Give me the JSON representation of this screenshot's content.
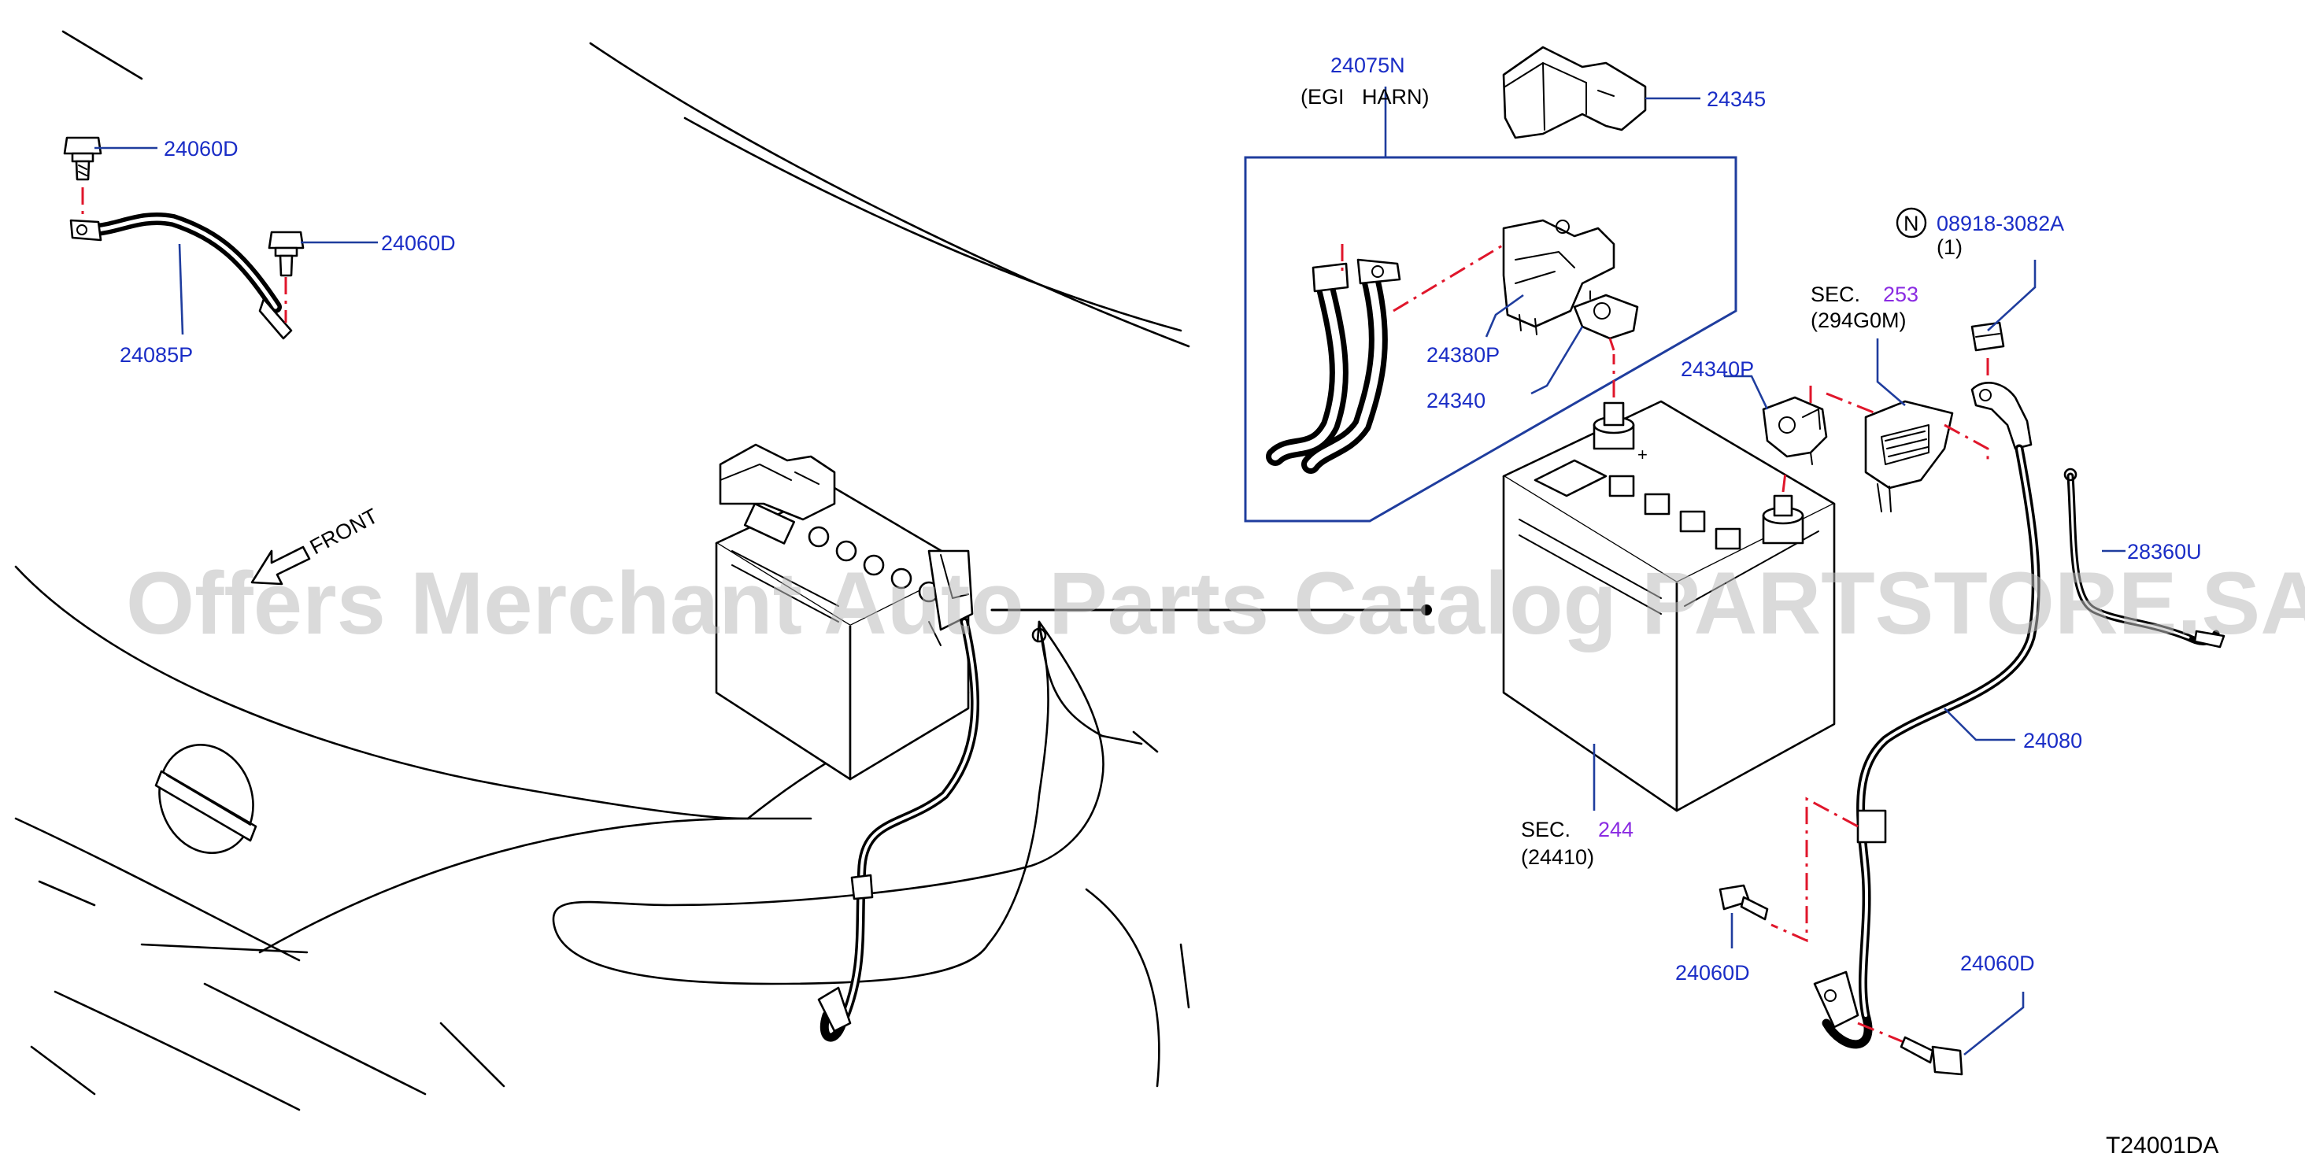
{
  "watermark": "Offers Merchant Auto Parts Catalog PARTSTORE.SA",
  "front_label": "FRONT",
  "diagram_code": "T24001DA",
  "callouts": {
    "bolt_top_left": "24060D",
    "bolt_top_mid": "24060D",
    "strap_top_left": "24085P",
    "harness_part": "24075N",
    "harness_desc": "(EGI   HARN)",
    "cover": "24345",
    "terminal_inset_a": "24380P",
    "terminal_inset_b": "24340",
    "nut_part": "08918-3082A",
    "nut_qty": "(1)",
    "nut_symbol": "N",
    "sec_253_prefix": "SEC.",
    "sec_253_num": "253",
    "sec_253_code": "(294G0M)",
    "terminal_right": "24340P",
    "cable_28360": "28360U",
    "cable_24080": "24080",
    "sec_244_prefix": "SEC.",
    "sec_244_num": "244",
    "sec_244_code": "(24410)",
    "bolt_bottom_left": "24060D",
    "bolt_bottom_right": "24060D"
  },
  "colors": {
    "callout_text": "#1a2dc6",
    "section_number": "#8a2be2",
    "leader_line": "#1f3d9e",
    "centerline": "#e0162b"
  }
}
